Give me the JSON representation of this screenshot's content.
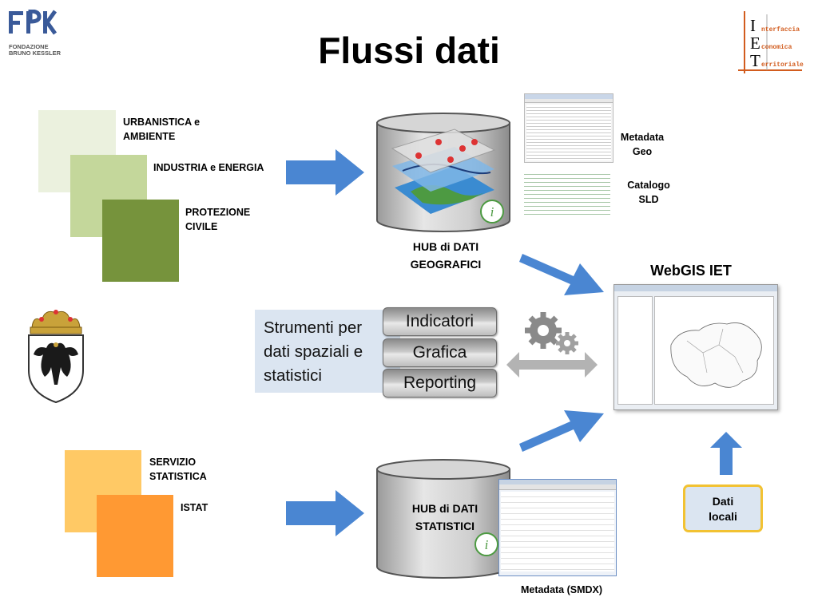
{
  "title": "Flussi dati",
  "logos": {
    "fbk_text_1": "FONDAZIONE",
    "fbk_text_2": "BRUNO KESSLER",
    "iet_letters": [
      "I",
      "E",
      "T"
    ],
    "iet_words": [
      "nterfaccia",
      "conomica",
      "erritoriale"
    ]
  },
  "sources_geo": {
    "item1": "URBANISTICA e AMBIENTE",
    "item1_line1": "URBANISTICA e",
    "item1_line2": "AMBIENTE",
    "item2": "INDUSTRIA e ENERGIA",
    "item3_line1": "PROTEZIONE",
    "item3_line2": "CIVILE"
  },
  "hub_geo": {
    "line1": "HUB di DATI",
    "line2": "GEOGRAFICI"
  },
  "metadata_geo": {
    "line1": "Metadata",
    "line2": "Geo"
  },
  "catalog_sld": {
    "line1": "Catalogo",
    "line2": "SLD"
  },
  "webgis": {
    "title": "WebGIS IET"
  },
  "tools": {
    "text_line1": "Strumenti per",
    "text_line2": "dati spaziali e",
    "text_line3": "statistici",
    "buttons": [
      "Indicatori",
      "Grafica",
      "Reporting"
    ]
  },
  "sources_stat": {
    "item1_line1": "SERVIZIO",
    "item1_line2": "STATISTICA",
    "item2": "ISTAT"
  },
  "hub_stat": {
    "line1": "HUB di DATI",
    "line2": "STATISTICI"
  },
  "metadata_smdx": {
    "label": "Metadata (SMDX)"
  },
  "local_data": {
    "line1": "Dati",
    "line2": "locali"
  },
  "colors": {
    "arrow_blue": "#4a86d2",
    "geo_sq1": "#ebf1de",
    "geo_sq2": "#c4d79b",
    "geo_sq3": "#76933c",
    "stat_sq1": "#ffc965",
    "stat_sq2": "#ff9933",
    "tools_bg": "#dbe5f1",
    "local_border": "#f2c232"
  }
}
